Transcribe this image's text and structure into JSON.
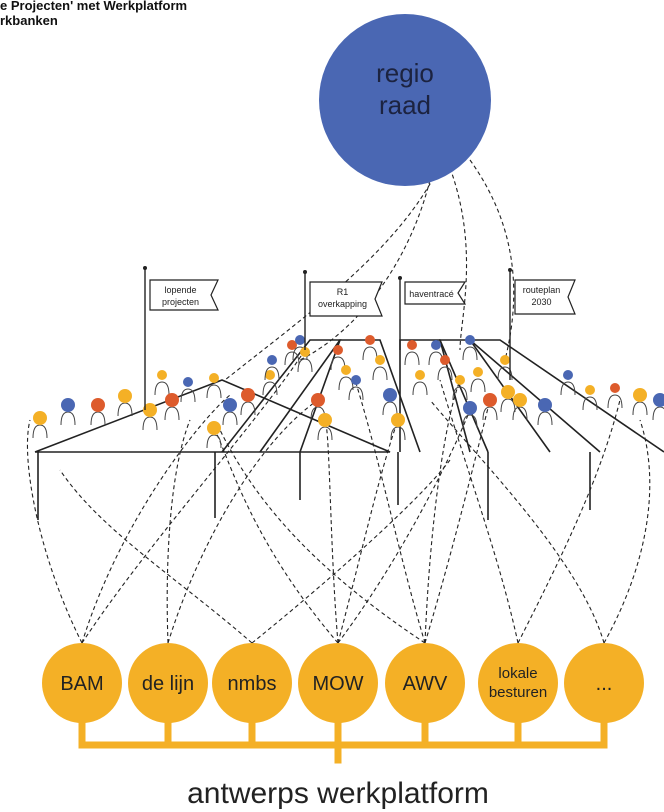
{
  "header": {
    "line1": "e Projecten' met Werkplatform",
    "line2": "rkbanken"
  },
  "regio": {
    "line1": "regio",
    "line2": "raad"
  },
  "flags": [
    {
      "line1": "lopende",
      "line2": "projecten"
    },
    {
      "line1": "R1",
      "line2": "overkapping"
    },
    {
      "line1": "haventracé",
      "line2": ""
    },
    {
      "line1": "routeplan",
      "line2": "2030"
    }
  ],
  "partners": [
    {
      "label": "BAM"
    },
    {
      "label": "de lijn"
    },
    {
      "label": "nmbs"
    },
    {
      "label": "MOW"
    },
    {
      "label": "AWV"
    },
    {
      "label": "lokale",
      "label2": "besturen"
    },
    {
      "label": "..."
    }
  ],
  "platform_label": "antwerps werkplatform",
  "colors": {
    "regio_blue": "#4a67b3",
    "partner_orange": "#f4b026",
    "person_red": "#dd5b2c",
    "person_blue": "#4a67b3",
    "line": "#222222"
  }
}
